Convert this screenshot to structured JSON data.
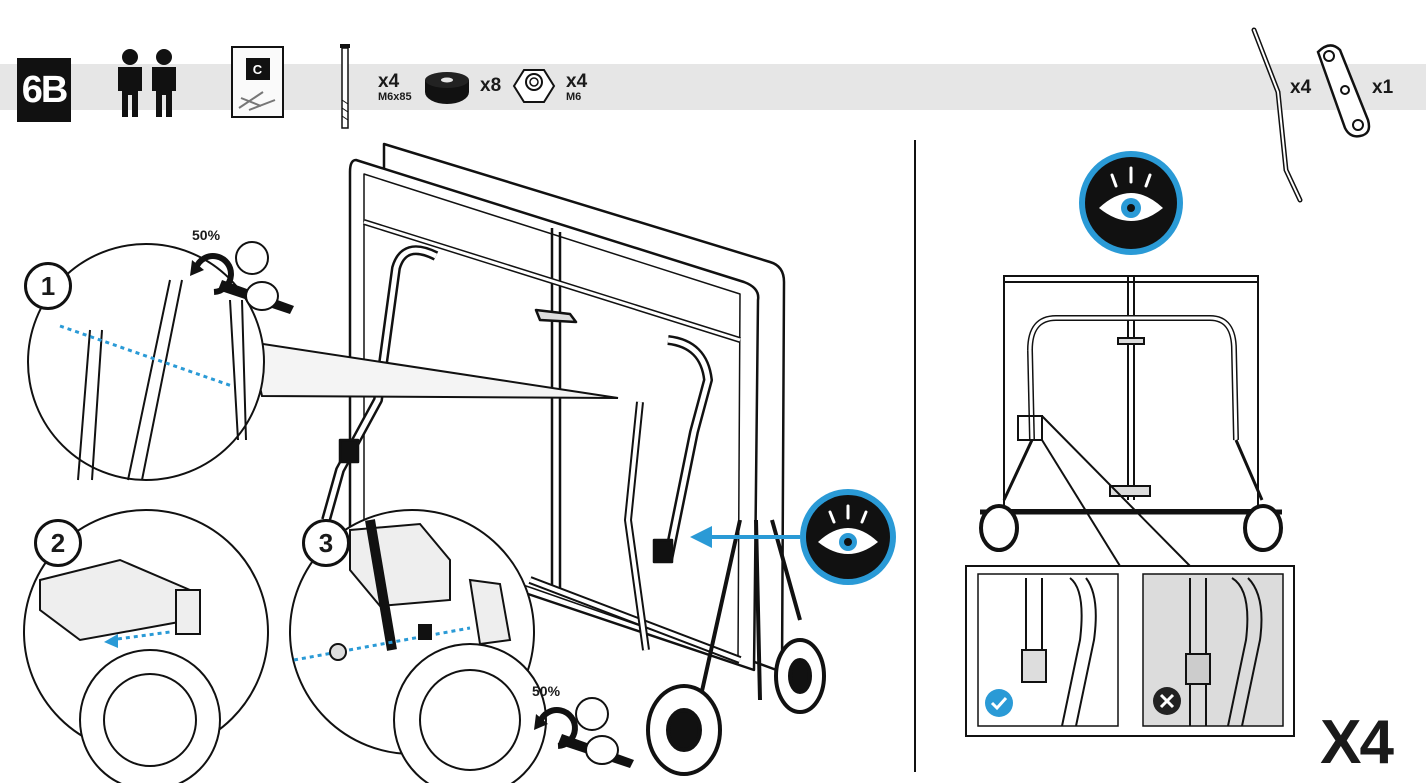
{
  "step": {
    "label": "6B"
  },
  "parts": {
    "bag_label": "C",
    "bolt": {
      "qty": "x4",
      "spec": "M6x85"
    },
    "washer": {
      "qty": "x8"
    },
    "nut": {
      "qty": "x4",
      "spec": "M6"
    },
    "rod": {
      "qty": "x4"
    },
    "wrench": {
      "qty": "x1"
    }
  },
  "details": [
    {
      "number": "1",
      "torque": "50%"
    },
    {
      "number": "2"
    },
    {
      "number": "3",
      "torque": "50%"
    }
  ],
  "repeat": {
    "label": "X4"
  },
  "icons": [
    "two-people-icon",
    "parts-bag-icon",
    "bolt-icon",
    "washer-icon",
    "nut-icon",
    "rod-icon",
    "wrench-icon",
    "eye-icon",
    "check-icon",
    "cross-icon"
  ],
  "colors": {
    "accent_blue": "#2a9ad6",
    "dark": "#111111",
    "band_grey": "#e6e6e6"
  }
}
